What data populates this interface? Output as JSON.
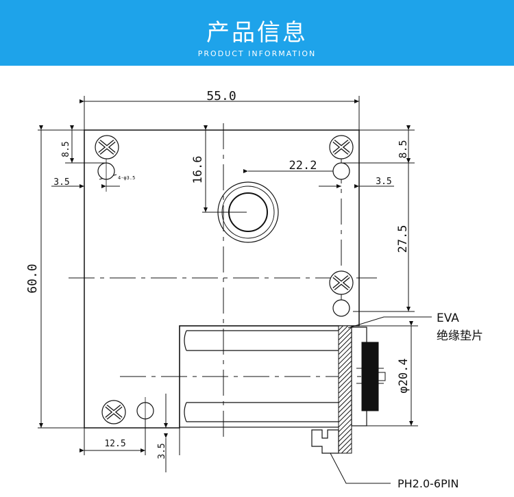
{
  "header": {
    "title": "产品信息",
    "subtitle": "PRODUCT INFORMATION",
    "background": "#1ea3ea"
  },
  "dimensions": {
    "width": "55.0",
    "height": "60.0",
    "top_offset_left": "8.5",
    "left_offset_left": "3.5",
    "hole_note": "4-φ3.5",
    "inlet_vertical": "16.6",
    "inlet_horizontal": "22.2",
    "top_offset_right": "8.5",
    "right_offset_right": "3.5",
    "hole_spacing_vertical": "27.5",
    "bottom_left_offset": "12.5",
    "bottom_offset": "3.5",
    "outlet_diameter": "φ20.4"
  },
  "callouts": {
    "pad_line1": "EVA",
    "pad_line2": "绝缘垫片",
    "connector": "PH2.0-6PIN"
  }
}
